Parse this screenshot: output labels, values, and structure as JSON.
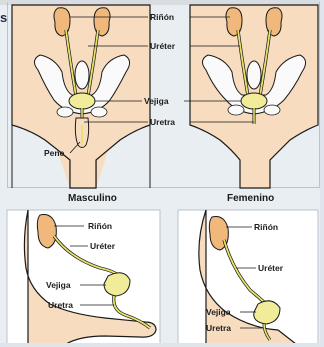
{
  "page": {
    "side_mark": "s"
  },
  "top_panel": {
    "labels": {
      "rinon": "Riñón",
      "ureter": "Uréter",
      "vejiga": "Vejiga",
      "uretra": "Uretra",
      "pene": "Pene"
    },
    "captions": {
      "male": "Masculino",
      "female": "Femenino"
    }
  },
  "male_side": {
    "labels": {
      "rinon": "Riñón",
      "ureter": "Uréter",
      "vejiga": "Vejiga",
      "uretra": "Uretra"
    }
  },
  "female_side": {
    "labels": {
      "rinon": "Riñón",
      "ureter": "Uréter",
      "vejiga": "Vejiga",
      "uretra": "Uretra"
    }
  },
  "colors": {
    "skin": "#f7dcbf",
    "outline": "#1a1a1a",
    "kidney": "#f1b87c",
    "ureter": "#e6e26a",
    "bladder": "#f0ec9a",
    "bone": "#fafafa",
    "background": "#e9eef3"
  }
}
